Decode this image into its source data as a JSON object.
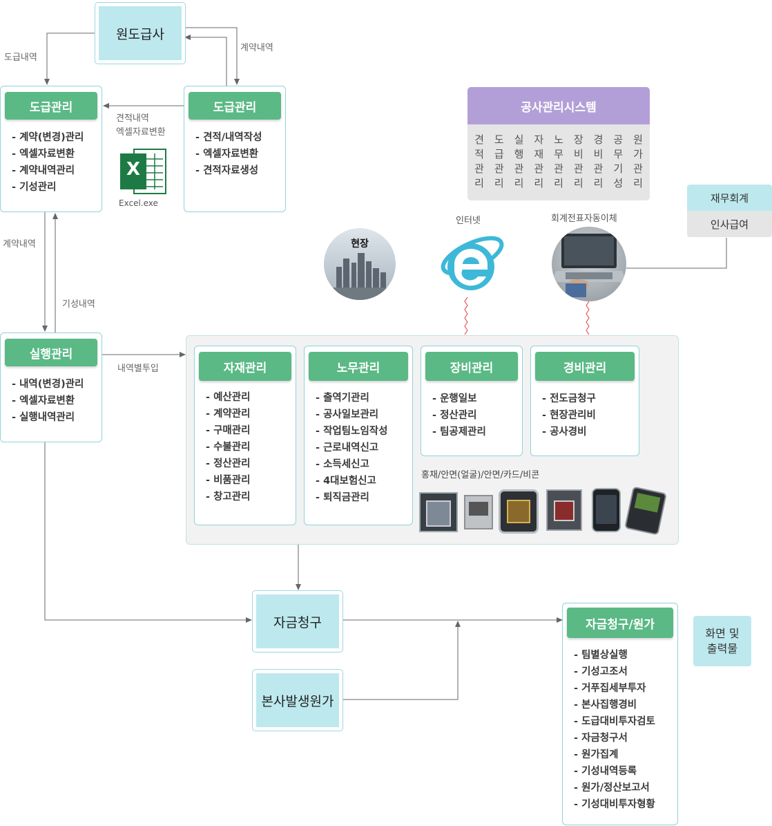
{
  "top_node": "원도급사",
  "left_contract": {
    "title": "도급관리",
    "items": [
      "계약(변경)관리",
      "엑셀자료변환",
      "계약내역관리",
      "기성관리"
    ]
  },
  "right_contract": {
    "title": "도급관리",
    "items": [
      "견적/내역작성",
      "엑셀자료변환",
      "견적자료생성"
    ]
  },
  "excel": {
    "label_line1": "견적내역",
    "label_line2": "엑셀자료변환",
    "caption": "Excel.exe",
    "glyph": "X"
  },
  "exec": {
    "title": "실행관리",
    "items": [
      "내역(변경)관리",
      "엑셀자료변환",
      "실행내역관리"
    ]
  },
  "labels": {
    "dogeup_naeyeok": "도급내역",
    "gyeyak_naeyeok_top": "계약내역",
    "gyeyak_naeyeok_left": "계약내역",
    "giseong_naeyeok": "기성내역",
    "naeyeok_tuip": "내역별투입"
  },
  "system": {
    "title": "공사관리시스템",
    "columns": [
      "견적관리",
      "도급관리",
      "실행관리",
      "자재관리",
      "노무관리",
      "장비관리",
      "경비관리",
      "공무기성",
      "원가관리"
    ]
  },
  "finance": {
    "top": "재무회계",
    "bottom": "인사급여"
  },
  "icons": {
    "site_label": "현장",
    "internet_label": "인터넷",
    "accounting_label": "회계전표자동이체"
  },
  "modules": [
    {
      "title": "자재관리",
      "items": [
        "예산관리",
        "계약관리",
        "구매관리",
        "수불관리",
        "정산관리",
        "비품관리",
        "창고관리"
      ]
    },
    {
      "title": "노무관리",
      "items": [
        "출역기관리",
        "공사일보관리",
        "작업팀노임작성",
        "근로내역신고",
        "소득세신고",
        "4대보험신고",
        "퇴직금관리"
      ]
    },
    {
      "title": "장비관리",
      "items": [
        "운행일보",
        "정산관리",
        "팀공제관리"
      ]
    },
    {
      "title": "경비관리",
      "items": [
        "전도금청구",
        "현장관리비",
        "공사경비"
      ]
    }
  ],
  "devices_label": "홍채/안면(얼굴)/안면/카드/비콘",
  "billing": "자금청구",
  "hq_cost": "본사발생원가",
  "billing_cost": {
    "title": "자금청구/원가",
    "items": [
      "팀별상실행",
      "기성고조서",
      "거푸집세부투자",
      "본사집행경비",
      "도급대비투자검토",
      "자금청구서",
      "원가집계",
      "기성내역등록",
      "원가/정산보고서",
      "기성대비투자형황"
    ]
  },
  "screen_output": "화면 및\n출력물",
  "colors": {
    "accent_green": "#5ab985",
    "node_blue": "#bde9ee",
    "system_purple": "#b39fd8",
    "system_gray": "#e5e5e5",
    "ie_blue": "#3db8d8"
  }
}
